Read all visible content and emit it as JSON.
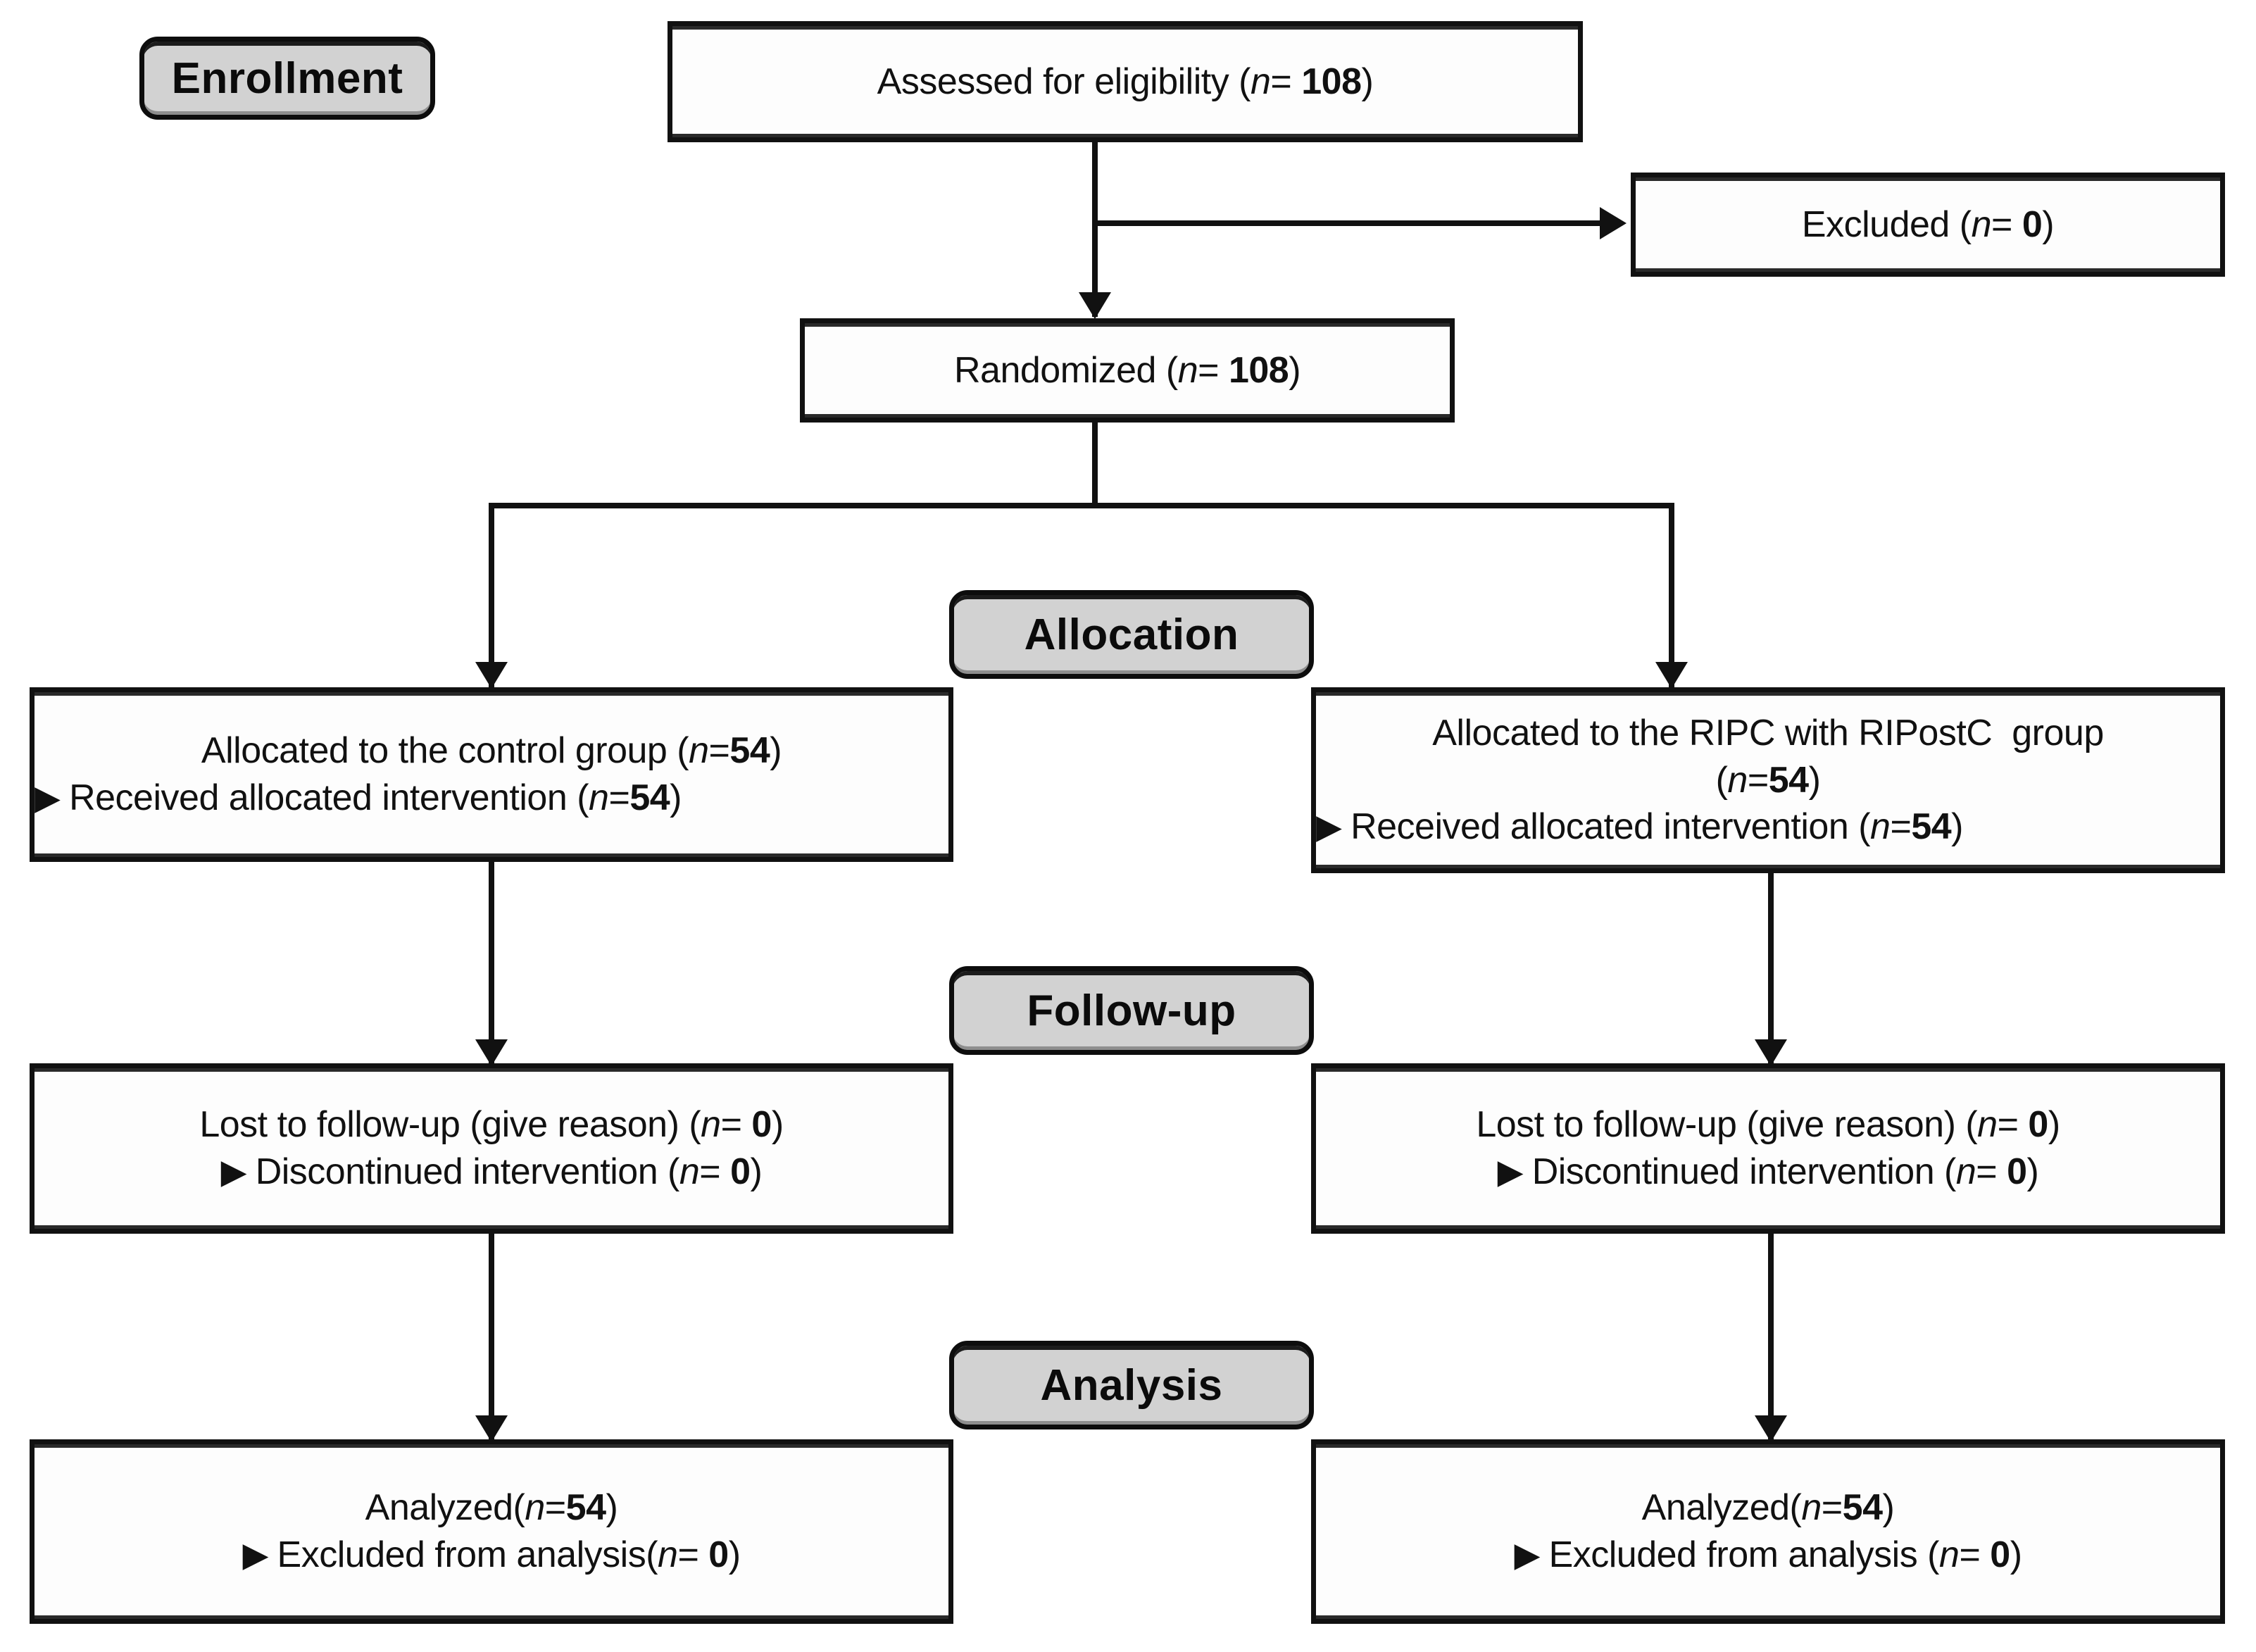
{
  "diagram": {
    "title": "CONSORT participant flow diagram",
    "colors": {
      "stage_fill": "#d2d2d2",
      "box_fill": "#fdfdfd",
      "stroke": "#111111"
    }
  },
  "stages": [
    {
      "id": "enrollment",
      "label": "Enrollment"
    },
    {
      "id": "allocation",
      "label": "Allocation"
    },
    {
      "id": "followup",
      "label": "Follow-up"
    },
    {
      "id": "analysis",
      "label": "Analysis"
    }
  ],
  "nodes": {
    "assessed": {
      "lines": [
        {
          "pre": "Assessed for eligibility (",
          "n": "n",
          "mid": "= ",
          "num": "108",
          "post": ")",
          "align": "center"
        }
      ]
    },
    "excluded": {
      "lines": [
        {
          "pre": "Excluded (",
          "n": "n",
          "mid": "= ",
          "num": "0",
          "post": ")",
          "align": "center"
        }
      ]
    },
    "randomized": {
      "lines": [
        {
          "pre": "Randomized (",
          "n": "n",
          "mid": "= ",
          "num": "108",
          "post": ")",
          "align": "center"
        }
      ]
    },
    "alloc_left": {
      "lines": [
        {
          "pre": "Allocated to the control group (",
          "n": "n",
          "mid": "=",
          "num": "54",
          "post": ")",
          "align": "center"
        },
        {
          "bullet": "▶ ",
          "pre": "Received allocated intervention (",
          "n": "n",
          "mid": "=",
          "num": "54",
          "post": ")",
          "align": "left"
        }
      ]
    },
    "alloc_right": {
      "lines": [
        {
          "pre": "Allocated to the RIPC with RIPostC  group",
          "align": "center"
        },
        {
          "pre": "(",
          "n": "n",
          "mid": "=",
          "num": "54",
          "post": ")",
          "align": "center"
        },
        {
          "bullet": "▶ ",
          "pre": "Received allocated intervention (",
          "n": "n",
          "mid": "=",
          "num": "54",
          "post": ")",
          "align": "left"
        }
      ]
    },
    "follow_left": {
      "lines": [
        {
          "pre": "Lost to follow-up (give reason) (",
          "n": "n",
          "mid": "= ",
          "num": "0",
          "post": ")",
          "align": "center"
        },
        {
          "bullet": "▶ ",
          "pre": "Discontinued intervention (",
          "n": "n",
          "mid": "= ",
          "num": "0",
          "post": ")",
          "align": "center"
        }
      ]
    },
    "follow_right": {
      "lines": [
        {
          "pre": "Lost to follow-up (give reason) (",
          "n": "n",
          "mid": "= ",
          "num": "0",
          "post": ")",
          "align": "center"
        },
        {
          "bullet": "▶ ",
          "pre": "Discontinued intervention (",
          "n": "n",
          "mid": "= ",
          "num": "0",
          "post": ")",
          "align": "center"
        }
      ]
    },
    "analysis_left": {
      "lines": [
        {
          "pre": "Analyzed(",
          "n": "n",
          "mid": "=",
          "num": "54",
          "post": ")",
          "align": "center"
        },
        {
          "bullet": "▶ ",
          "pre": "Excluded from analysis(",
          "n": "n",
          "mid": "= ",
          "num": "0",
          "post": ")",
          "align": "center"
        }
      ]
    },
    "analysis_right": {
      "lines": [
        {
          "pre": "Analyzed(",
          "n": "n",
          "mid": "=",
          "num": "54",
          "post": ")",
          "align": "center"
        },
        {
          "bullet": "▶ ",
          "pre": "Excluded from analysis (",
          "n": "n",
          "mid": "= ",
          "num": "0",
          "post": ")",
          "align": "center"
        }
      ]
    }
  },
  "flow_data": {
    "type": "consort-flow",
    "assessed_for_eligibility": 108,
    "excluded": 0,
    "randomized": 108,
    "arms": [
      {
        "name": "control group",
        "allocated": 54,
        "received_allocated_intervention": 54,
        "lost_to_follow_up": 0,
        "discontinued_intervention": 0,
        "analyzed": 54,
        "excluded_from_analysis": 0
      },
      {
        "name": "RIPC with RIPostC  group",
        "allocated": 54,
        "received_allocated_intervention": 54,
        "lost_to_follow_up": 0,
        "discontinued_intervention": 0,
        "analyzed": 54,
        "excluded_from_analysis": 0
      }
    ]
  }
}
